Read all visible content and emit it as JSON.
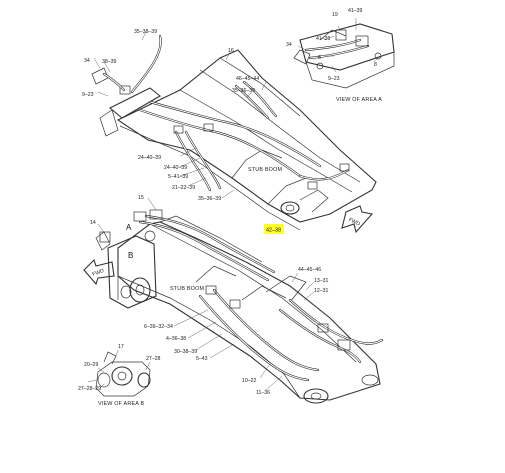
{
  "diagram": {
    "top_view": {
      "captions": {
        "view_of_area_a": "VIEW OF AREA A",
        "stub_boom": "STUB BOOM"
      },
      "callouts": {
        "c_35_38_39": "35–38–39",
        "c_16": "16",
        "c_34": "34",
        "c_38_39": "38–39",
        "c_9_23": "9–23",
        "c_46_45_44": "46–45–44",
        "c_35_36_39": "35–36–39",
        "c_24_40_39": "24–40–39",
        "c_5_41_39": "5–41–39",
        "c_21_22_39": "21–22–39",
        "c_35_36_39_b": "35–36–39",
        "c_a_19": "19",
        "c_a_41_39": "41–39",
        "c_a_34": "34",
        "c_a_41_39_b": "41–39",
        "c_a_8": "8",
        "c_a_9_23": "9–23"
      }
    },
    "highlight_label": "42–38",
    "bottom_view": {
      "captions": {
        "stub_boom": "STUB BOOM",
        "view_of_area_b": "VIEW OF AREA B",
        "area_a": "A",
        "area_b": "B",
        "fwd_top": "FWD",
        "fwd_bottom": "FWD"
      },
      "callouts": {
        "c_15": "15",
        "c_14": "14",
        "c_44_45_46": "44–45–46",
        "c_13_31": "13–31",
        "c_12_31": "12–31",
        "c_6_39_32_34": "6–39–32–34",
        "c_4_36_38": "4–36–38",
        "c_30_38_39": "30–38–39",
        "c_5_43": "5–43",
        "c_10_22": "10–22",
        "c_11_36": "11–36",
        "c_17": "17",
        "c_20_29": "20–29",
        "c_27_28": "27–28",
        "c_27_28_29": "27–28–29"
      }
    }
  }
}
